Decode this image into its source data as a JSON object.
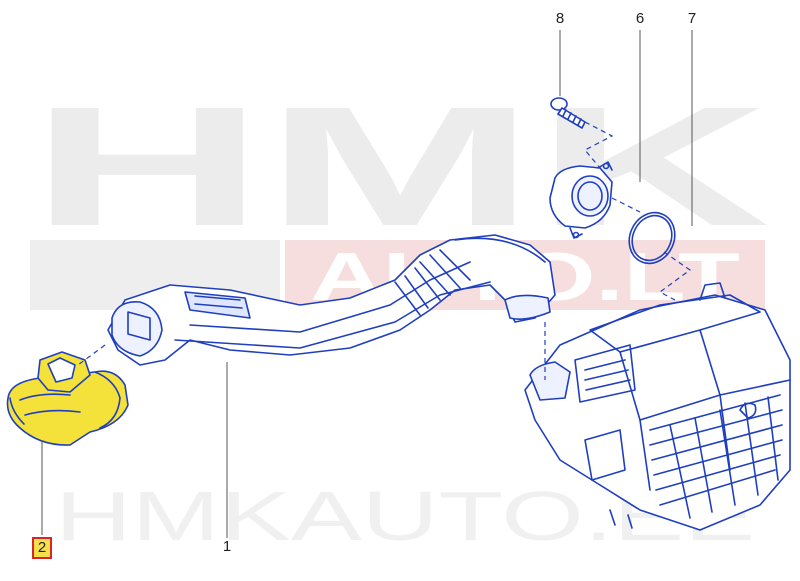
{
  "watermark": {
    "top_text": "HMK",
    "mid_text": "AUTO.LT",
    "bottom_text": "HMKAUTO.EE",
    "color": "#ececec",
    "red_color": "#f7dede"
  },
  "colors": {
    "line": "#1f3fbf",
    "highlight": "#f4e23a",
    "callout": "#555555",
    "label_border": "#d8242a"
  },
  "callouts": [
    {
      "id": "1",
      "label": "1"
    },
    {
      "id": "2",
      "label": "2",
      "highlighted": true
    },
    {
      "id": "6",
      "label": "6"
    },
    {
      "id": "7",
      "label": "7"
    },
    {
      "id": "8",
      "label": "8"
    }
  ],
  "parts": [
    {
      "number": "1",
      "name-icon": "air-hose-icon"
    },
    {
      "number": "2",
      "name-icon": "air-duct-icon"
    },
    {
      "number": "6",
      "name-icon": "flange-icon"
    },
    {
      "number": "7",
      "name-icon": "o-ring-icon"
    },
    {
      "number": "8",
      "name-icon": "screw-icon"
    }
  ]
}
